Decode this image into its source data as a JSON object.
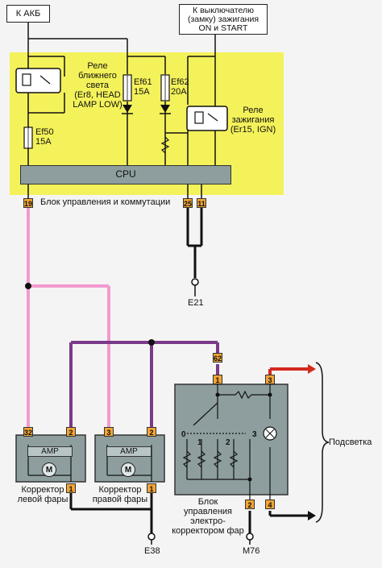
{
  "power": {
    "battery": "К АКБ",
    "ignition_switch": "К выключателю\n(замку) зажигания\nON и START"
  },
  "relays": {
    "low_beam": "Реле\nближнего\nсвета\n(Er8, HEAD\nLAMP LOW)",
    "ignition": "Реле\nзажигания\n(Er15, IGN)"
  },
  "fuses": {
    "ef61": "Ef61\n15A",
    "ef62": "Ef62\n20A",
    "ef50": "Ef50\n15A"
  },
  "control_unit": {
    "cpu": "CPU",
    "name": "Блок управления и коммутации"
  },
  "pins": {
    "p19": "19",
    "p25": "25",
    "p11": "11",
    "p62": "62",
    "p32": "32",
    "p2_left": "2",
    "p1_left": "1",
    "p3_right": "3",
    "p2_right": "2",
    "p1_right": "1",
    "p1_ecu": "1",
    "p3_ecu": "3",
    "p2_ecu": "2",
    "p4_ecu": "4"
  },
  "grounds": {
    "e21": "E21",
    "e38": "E38",
    "m76": "M76"
  },
  "correctors": {
    "amp": "AMP",
    "motor": "M",
    "left": "Корректор\nлевой фары",
    "right": "Корректор\nправой фары"
  },
  "ecu": {
    "name": "Блок\nуправления\nэлектро-\nкорректором фар",
    "positions": [
      "0",
      "1",
      "2",
      "3"
    ]
  },
  "backlight": "Подсветка",
  "colors": {
    "panel_yellow": "#f4f25a",
    "pink_wire": "#f29ad0",
    "purple_wire": "#7a3a8a",
    "red_wire": "#d32a1e",
    "pin_orange": "#f2a534",
    "module_gray": "#8e9e9e"
  }
}
